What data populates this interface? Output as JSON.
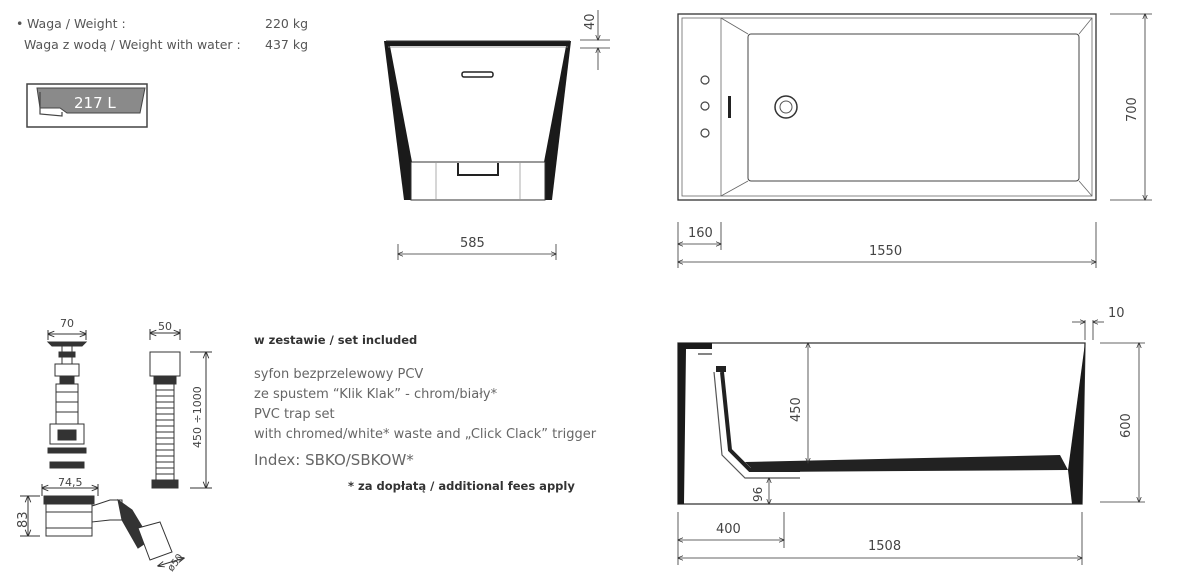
{
  "specs": {
    "weight_label": "Waga / Weight :",
    "weight_value": "220 kg",
    "water_label": "Waga z wodą / Weight with water :",
    "water_value": "437 kg",
    "volume": "217 L"
  },
  "set_included": {
    "heading": "w zestawie / set included",
    "lines": [
      "syfon bezprzelewowy PCV",
      "ze spustem “Klik Klak” - chrom/biały*",
      "PVC trap set",
      "with chromed/white* waste and „Click Clack” trigger"
    ],
    "index": "Index: SBKO/SBKOW*",
    "footnote": "* za dopłatą / additional fees apply"
  },
  "dimensions": {
    "front_rim": "40",
    "front_width": "585",
    "top_length": "1550",
    "top_offset": "160",
    "top_width": "700",
    "side_wall": "10",
    "side_depth": "450",
    "side_height": "600",
    "side_drain_height": "96",
    "side_offset": "400",
    "side_length": "1508",
    "trap_top_width": "70",
    "trap_top_width2": "50",
    "trap_length": "450 ÷1000",
    "trap_body_width": "74,5",
    "trap_height": "83",
    "trap_pipe": "ø50"
  }
}
